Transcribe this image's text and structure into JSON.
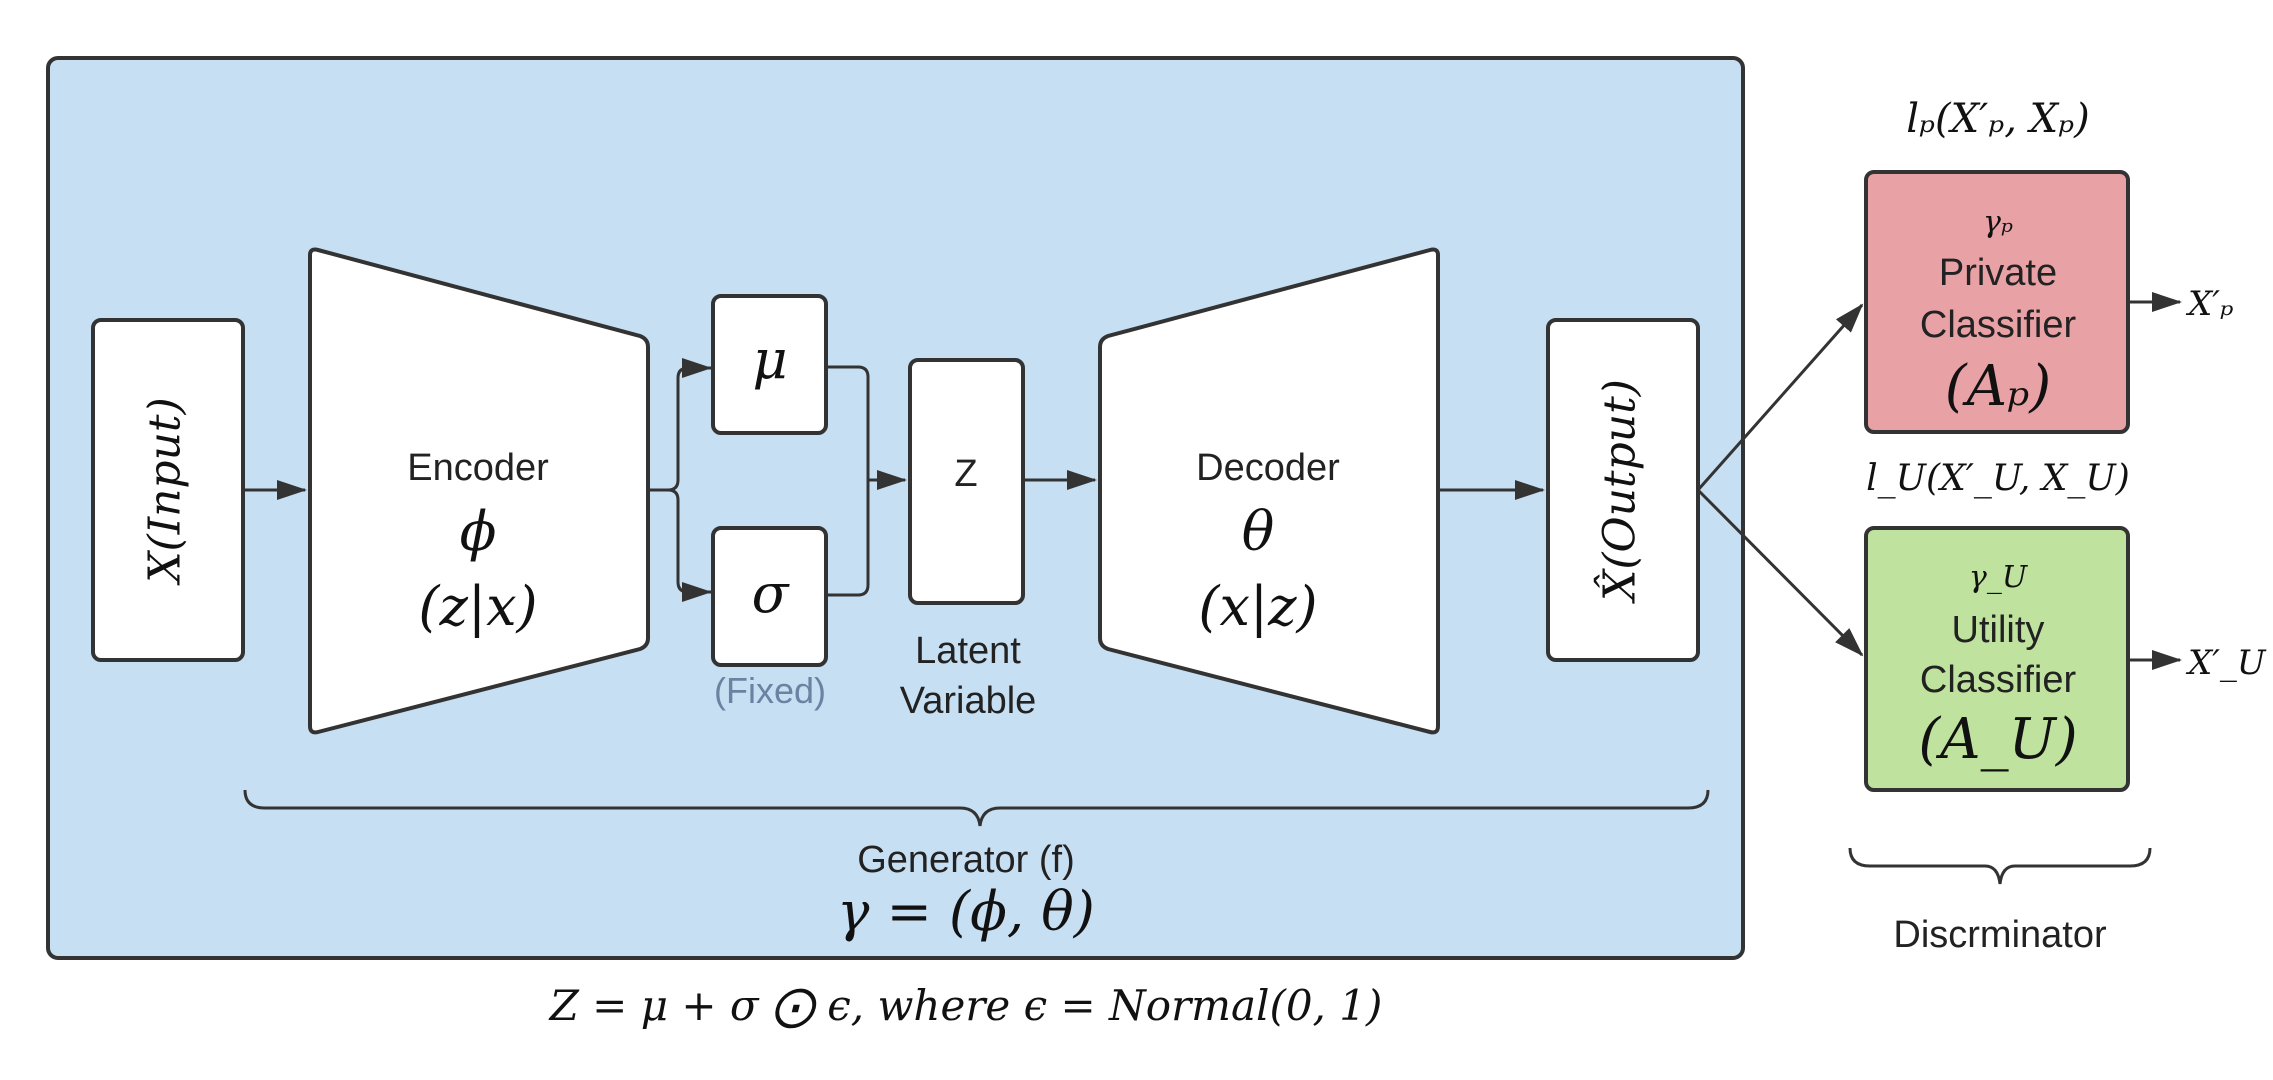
{
  "generator": {
    "label": "Generator (f)",
    "formula": "γ = (ϕ, θ)",
    "color": "#c7dff3"
  },
  "input_box": {
    "label": "X(Input)"
  },
  "encoder": {
    "label": "Encoder",
    "symbol": "ϕ",
    "expr": "(z|x)"
  },
  "mu_box": {
    "label": "μ"
  },
  "sigma_box": {
    "label": "σ",
    "note": "(Fixed)"
  },
  "z_box": {
    "label": "Z",
    "caption_line1": "Latent",
    "caption_line2": "Variable"
  },
  "decoder": {
    "label": "Decoder",
    "symbol": "θ",
    "expr": "(x|z)"
  },
  "output_box": {
    "label": "X̂(Output)"
  },
  "private_classifier": {
    "loss": "lₚ(X′ₚ, Xₚ)",
    "gamma": "γₚ",
    "line1": "Private",
    "line2": "Classifier",
    "name": "(Aₚ)",
    "output": "X′ₚ",
    "color": "#e8a1a5"
  },
  "utility_classifier": {
    "loss": "l_U(X′_U, X_U)",
    "gamma": "γ_U",
    "line1": "Utility",
    "line2": "Classifier",
    "name": "(A_U)",
    "output": "X′_U",
    "color": "#bfe39e"
  },
  "discriminator": {
    "label": "Discrminator"
  },
  "equation": "Z = μ + σ ⨀ ϵ, where ϵ = Normal(0, 1)"
}
